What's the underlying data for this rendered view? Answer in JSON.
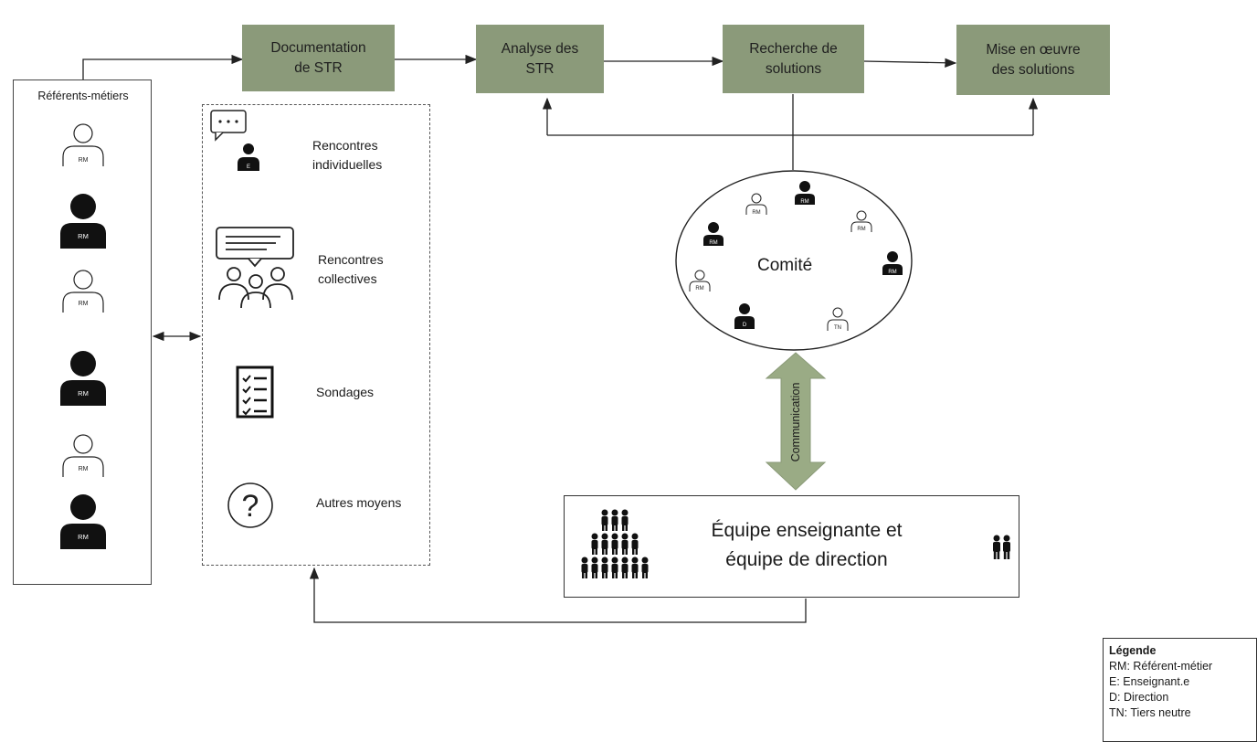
{
  "process": {
    "step1": "Documentation\nde STR",
    "step2": "Analyse des\nSTR",
    "step3": "Recherche de\nsolutions",
    "step4": "Mise en œuvre\ndes solutions"
  },
  "referents": {
    "title": "Référents-métiers",
    "badge": "RM"
  },
  "methods": {
    "individual": "Rencontres\nindividuelles",
    "individual_badge": "E",
    "collective": "Rencontres\ncollectives",
    "surveys": "Sondages",
    "other": "Autres moyens"
  },
  "committee": {
    "label": "Comité",
    "members": [
      "RM",
      "RM",
      "RM",
      "RM",
      "RM",
      "RM",
      "D",
      "TN"
    ]
  },
  "communication": "Communication",
  "team": {
    "label": "Équipe enseignante et\néquipe de direction"
  },
  "legend": {
    "title": "Légende",
    "items": [
      "RM: Référent-métier",
      "E: Enseignant.e",
      "D: Direction",
      "TN: Tiers neutre"
    ]
  },
  "colors": {
    "process_box": "#8b9a7a",
    "arrow_green": "#9aab85",
    "dark_person": "#111111"
  }
}
